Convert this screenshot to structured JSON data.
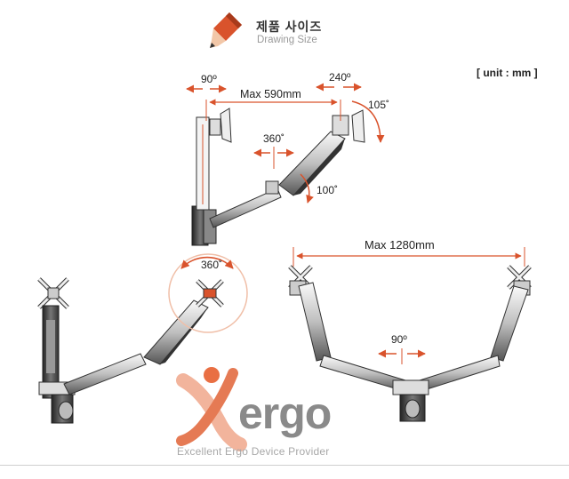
{
  "header": {
    "title_ko": "제품 사이즈",
    "title_en": "Drawing Size",
    "pencil_icon": "pencil-icon"
  },
  "unit_label": "[ unit : mm ]",
  "top_diagram": {
    "tilt_label": "90º",
    "swivel_label": "240º",
    "reach_label": "Max 590mm",
    "rotate_label": "105˚",
    "arm_rotate_label": "360˚",
    "arm_tilt_label": "100˚"
  },
  "left_diagram": {
    "rotation_label": "360˚"
  },
  "right_diagram": {
    "span_label": "Max 1280mm",
    "base_rotate_label": "90º"
  },
  "brand": {
    "logo_x": "X",
    "logo_rest": "ergo",
    "tagline": "Excellent Ergo Device Provider"
  },
  "colors": {
    "accent": "#d9532c",
    "line": "#333333",
    "logo_gray": "#8a8a8a"
  }
}
